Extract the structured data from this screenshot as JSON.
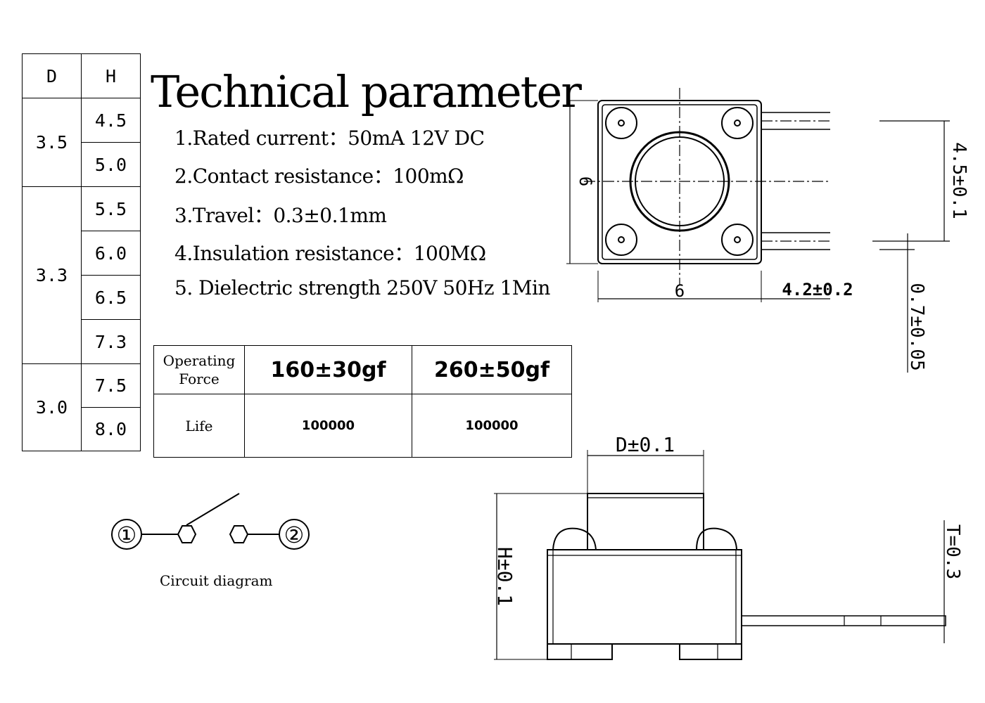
{
  "dh_table": {
    "headers": [
      "D",
      "H"
    ],
    "groups": [
      {
        "d": "3.5",
        "h": [
          "4.5",
          "5.0"
        ]
      },
      {
        "d": "3.3",
        "h": [
          "5.5",
          "6.0",
          "6.5",
          "7.3"
        ]
      },
      {
        "d": "3.0",
        "h": [
          "7.5",
          "8.0"
        ]
      }
    ]
  },
  "title": "Technical parameter",
  "specs": [
    "1.Rated current：50mA 12V DC",
    "2.Contact resistance：100mΩ",
    "3.Travel：0.3±0.1mm",
    "4.Insulation resistance：100MΩ",
    "5. Dielectric strength 250V 50Hz 1Min"
  ],
  "force_table": {
    "row1_label": "Operating Force",
    "row2_label": "Life",
    "forces": [
      "160±30gf",
      "260±50gf"
    ],
    "life": [
      "100000",
      "100000"
    ]
  },
  "circuit": {
    "terminal_1": "①",
    "terminal_2": "②",
    "caption": "Circuit diagram"
  },
  "top_view": {
    "dim_height": "6",
    "dim_width": "6",
    "dim_pin_spacing": "4.5±0.1",
    "dim_pin_length": "4.2±0.2",
    "dim_pin_thickness": "0.7±0.05"
  },
  "side_view": {
    "dim_d": "D±0.1",
    "dim_h": "H±0.1",
    "dim_t": "T=0.3"
  }
}
